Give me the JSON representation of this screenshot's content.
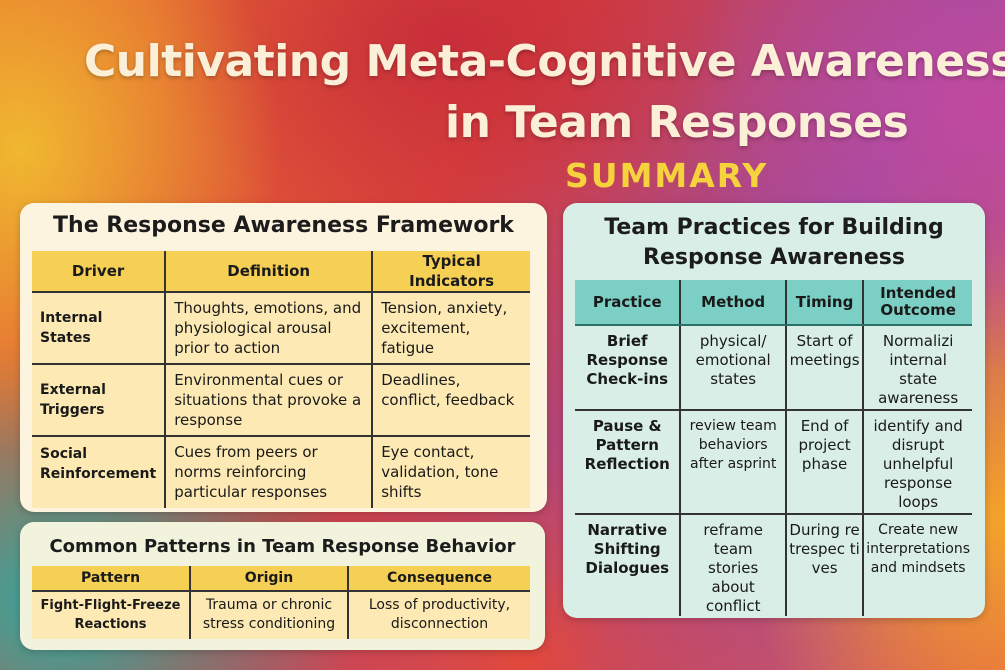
{
  "title": {
    "line1": "Cultivating Meta-Cognitive Awareness",
    "line2": "in Team Responses"
  },
  "summary": "SUMMARY",
  "framework": {
    "title": "The Response Awareness Framework",
    "headers": [
      "Driver",
      "Definition",
      "Typical Indicators"
    ],
    "rows": [
      [
        "Internal States",
        "Thoughts, emotions, and physiological arousal prior to action",
        "Tension, anxiety, excitement, fatigue"
      ],
      [
        "External Triggers",
        "Environmental cues or situations that provoke a response",
        "Deadlines, conflict, feedback"
      ],
      [
        "Social Reinforcement",
        "Cues from peers or norms reinforcing particular responses",
        "Eye contact, validation, tone shifts"
      ]
    ]
  },
  "patterns": {
    "title": "Common Patterns in Team Response Behavior",
    "headers": [
      "Pattern",
      "Origin",
      "Consequence"
    ],
    "rows": [
      [
        "Fight-Flight-Freeze Reactions",
        "Trauma or chronic stress conditioning",
        "Loss of productivity, disconnection"
      ]
    ]
  },
  "practices": {
    "title_line1": "Team Practices for Building",
    "title_line2": "Response Awareness",
    "headers": [
      "Practice",
      "Method",
      "Timing",
      "Intended Outcome"
    ],
    "rows": [
      [
        "Brief Response Check-ins",
        "physical/ emotional states",
        "Start of meetings",
        "Normalizi internal state awareness"
      ],
      [
        "Pause & Pattern Reflection",
        "review team behaviors after asprint",
        "End of project phase",
        "identify and disrupt unhelpful response loops"
      ],
      [
        "Narrative Shifting Dialogues",
        "reframe team stories about conflict",
        "During retrespec tives",
        "Create new interpretations and mindsets"
      ]
    ]
  }
}
